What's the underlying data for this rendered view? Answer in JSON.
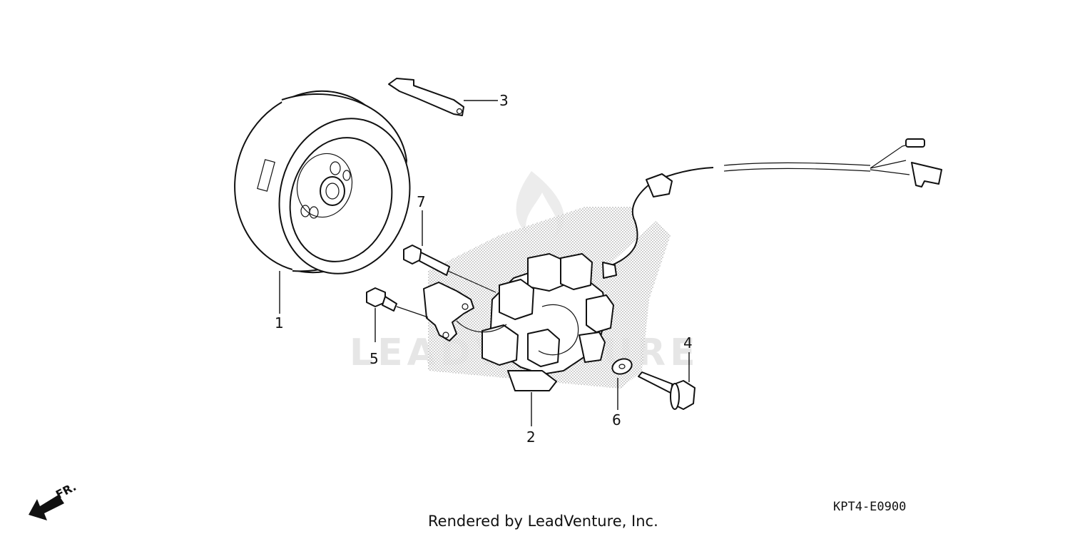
{
  "callouts": {
    "c1": "1",
    "c2": "2",
    "c3": "3",
    "c4": "4",
    "c5": "5",
    "c6": "6",
    "c7": "7"
  },
  "diagram_code": "KPT4-E0900",
  "credit": "Rendered by LeadVenture, Inc.",
  "direction_label": "FR.",
  "watermark": "LEADVENTURE"
}
